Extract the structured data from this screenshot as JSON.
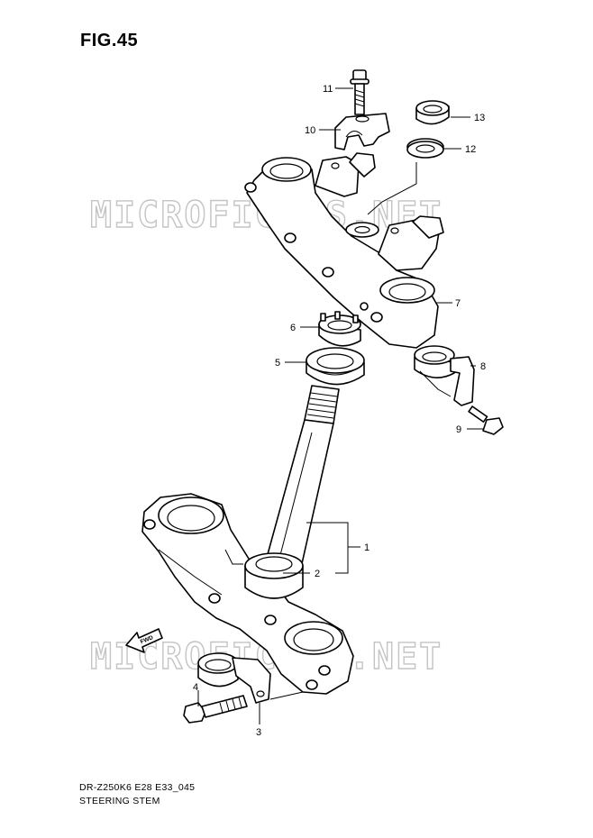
{
  "figure_title": "FIG.45",
  "model_code": "DR-Z250K6 E28 E33_045",
  "part_group": "STEERING STEM",
  "watermark": "MICROFICHES.NET",
  "fwd_label": "FWD",
  "callouts": [
    "1",
    "2",
    "3",
    "4",
    "5",
    "6",
    "7",
    "8",
    "9",
    "10",
    "11",
    "12",
    "13"
  ]
}
